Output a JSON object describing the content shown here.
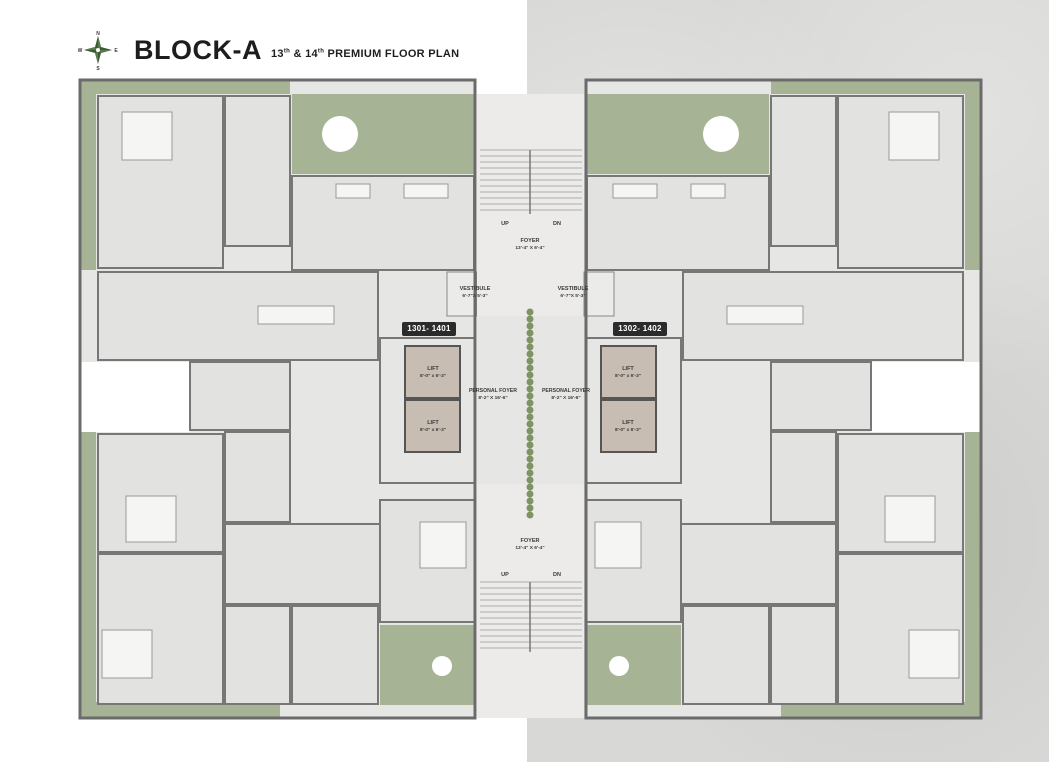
{
  "header": {
    "title": "BLOCK-A",
    "floor_a": "13",
    "floor_a_suffix": "th",
    "joiner": " & ",
    "floor_b": "14",
    "floor_b_suffix": "th",
    "subtitle_rest": " PREMIUM FLOOR PLAN"
  },
  "compass": {
    "n": "N",
    "e": "E",
    "s": "S",
    "w": "W"
  },
  "units": {
    "left": "1301- 1401",
    "right": "1302- 1402"
  },
  "labels": {
    "up": "UP",
    "dn": "DN",
    "foyer": "FOYER",
    "foyer_dim": "13'-4\" X 6'-4\"",
    "vestibule": "VESTIBULE",
    "vestibule_dim": "6'-7\"X 5'-3\"",
    "lift": "LIFT",
    "lift_dim": "8'-0\" x 6'-3\"",
    "personal_foyer": "PERSONAL FOYER",
    "personal_foyer_dim": "8'-2\" X 16'-6\""
  },
  "colors": {
    "wall": "#6b6b6b",
    "floor": "#e4e4e2",
    "terrace": "#a6b495",
    "balcony": "#8fa17f",
    "lift": "#c7bdb2",
    "badge": "#2b2b2b",
    "plant": "#7e9463"
  }
}
